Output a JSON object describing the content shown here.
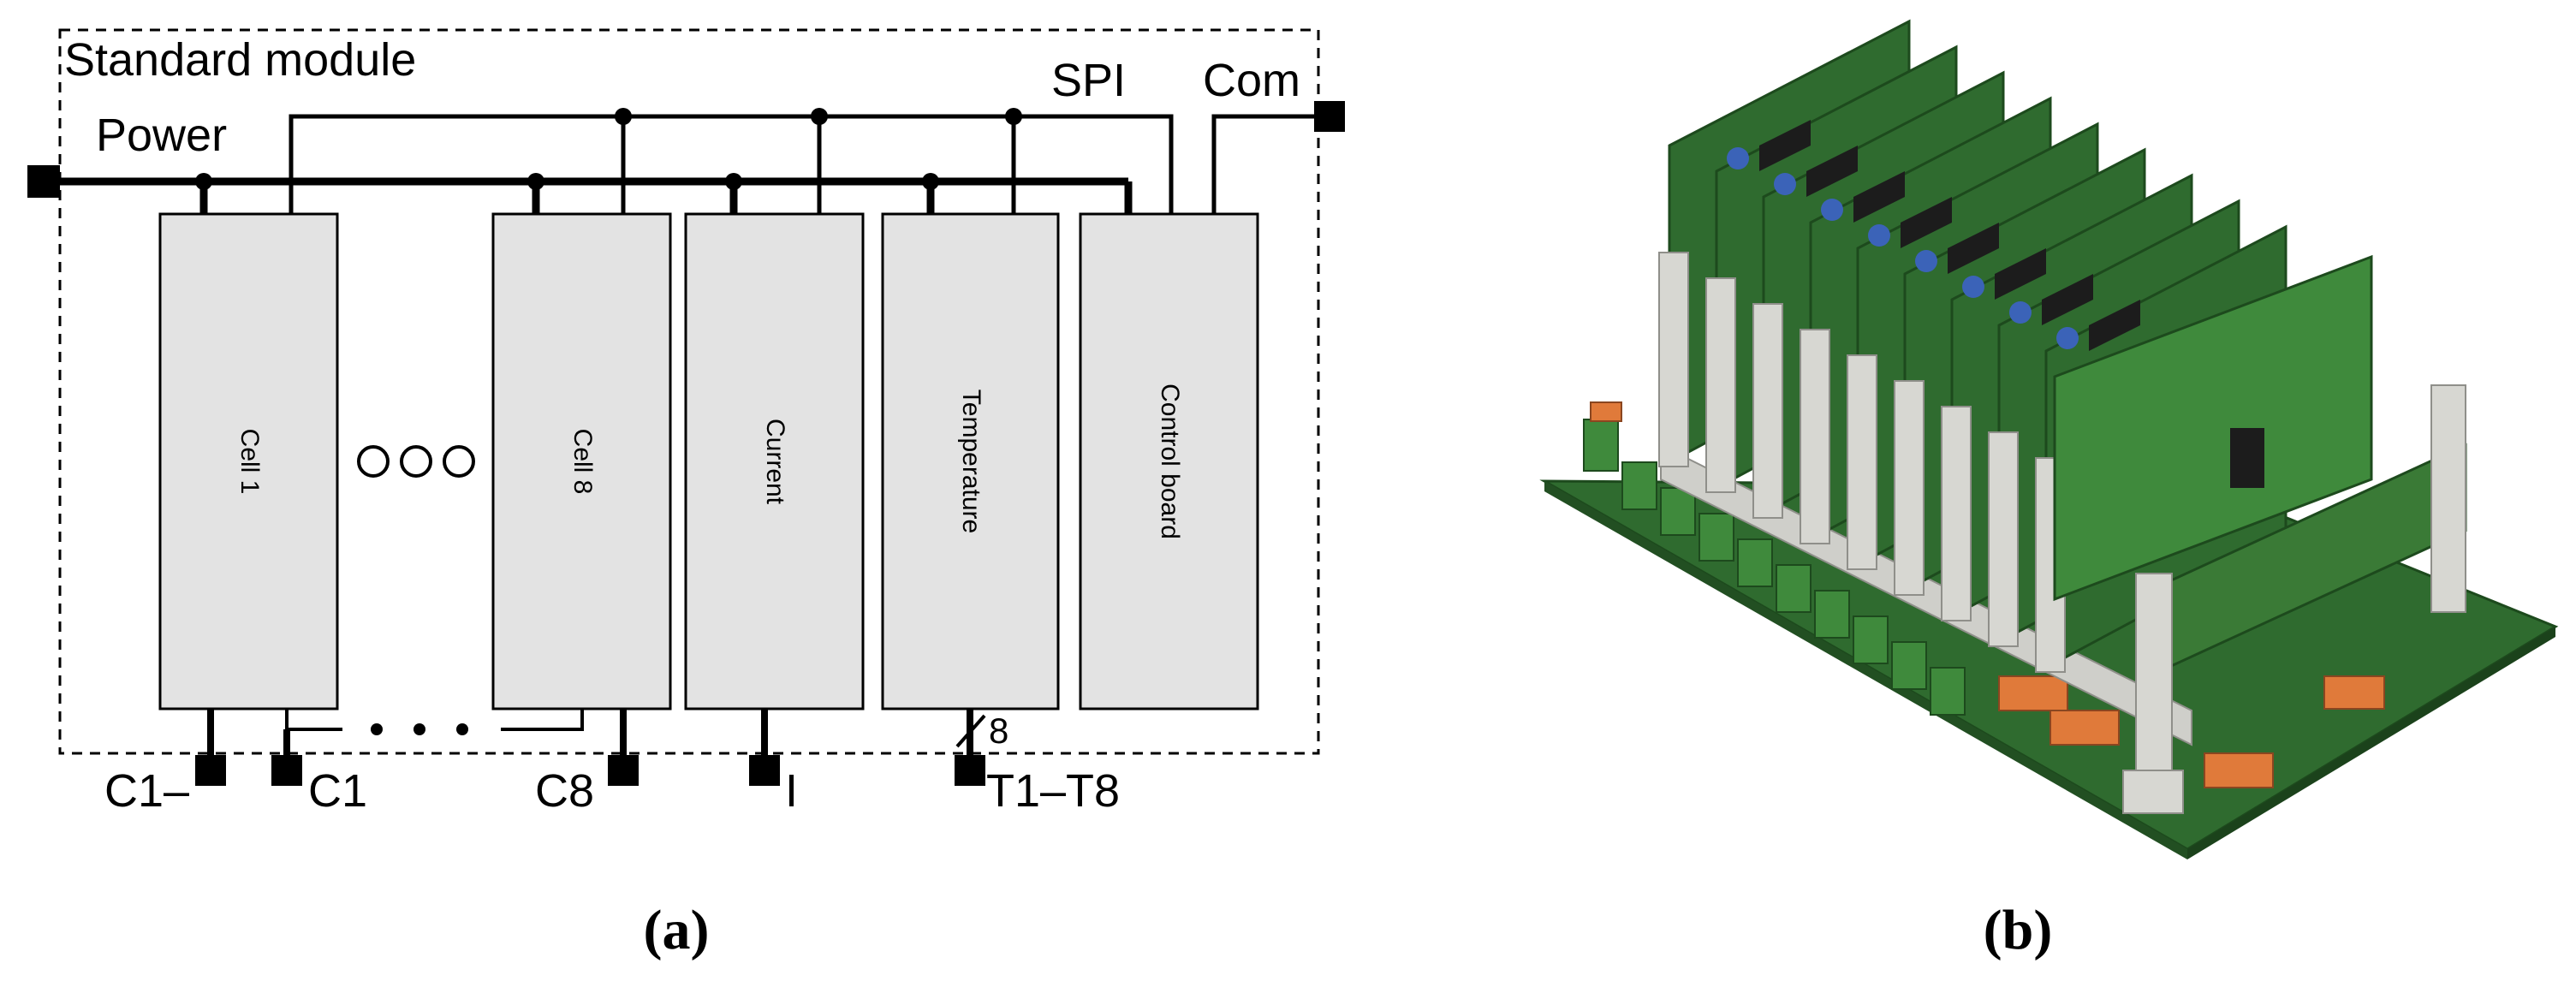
{
  "panel_a": {
    "module_title": "Standard module",
    "power_label": "Power",
    "spi_label": "SPI",
    "com_label": "Com",
    "ellipsis_symbol": "○○○",
    "boards": [
      {
        "id": "cell-1",
        "label": "Cell 1"
      },
      {
        "id": "cell-8",
        "label": "Cell 8"
      },
      {
        "id": "current",
        "label": "Current"
      },
      {
        "id": "temperature",
        "label": "Temperature"
      },
      {
        "id": "control-board",
        "label": "Control board"
      }
    ],
    "terminals": [
      {
        "id": "c1-minus",
        "label": "C1–"
      },
      {
        "id": "c1",
        "label": "C1"
      },
      {
        "id": "c8",
        "label": "C8"
      },
      {
        "id": "i",
        "label": "I"
      },
      {
        "id": "t1-t8",
        "label": "T1–T8"
      }
    ],
    "bus_width_label": "8",
    "caption": "(a)"
  },
  "panel_b": {
    "caption": "(b)",
    "colors": {
      "pcb_green": "#2f6b2f",
      "pcb_green_light": "#3f8a3c",
      "rail_grey": "#d7d7d2",
      "connector_orange": "#e07a3a",
      "capacitor_blue": "#3b63b8",
      "chip_black": "#1c1c1c"
    }
  },
  "colors": {
    "box_fill": "#e3e3e3",
    "line": "#000000"
  }
}
